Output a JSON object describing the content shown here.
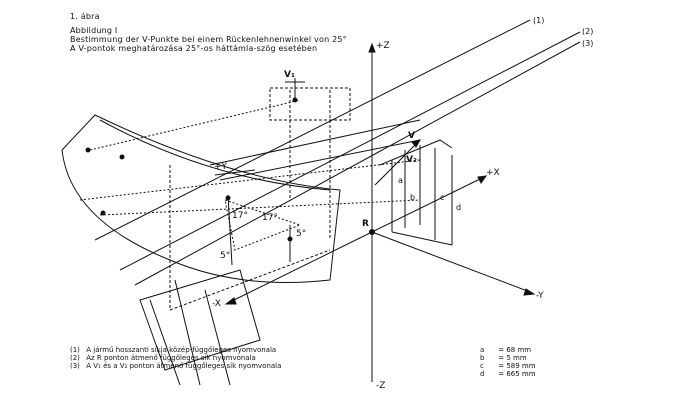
{
  "header": {
    "line1": "1. ábra",
    "line2": "Abbildung I",
    "line3": "Bestimmung der V-Punkte bei einem Rückenlehnenwinkel von 25°",
    "line4": "A V-pontok meghatározása 25°-os háttámla-szög esetében"
  },
  "labels": {
    "line1": "(1)",
    "line2": "(2)",
    "line3": "(3)",
    "plus_x": "+X",
    "minus_x": "-X",
    "plus_y": "+Y",
    "minus_y": "-Y",
    "plus_z": "+Z",
    "minus_z": "-Z",
    "v1": "V₁",
    "v2": "V₂",
    "v": "V",
    "r": "R",
    "angle1": "17°",
    "angle2": "17°",
    "angle3": "5°",
    "angle4": "5°",
    "dim_a": "a",
    "dim_b": "b",
    "dim_c": "c",
    "dim_d": "d"
  },
  "legend": [
    {
      "num": "(1)",
      "text": "A jármű hosszanti síkja közép-függőleges nyomvonala"
    },
    {
      "num": "(2)",
      "text": "Az R ponton átmenő függőleges sík nyomvonala"
    },
    {
      "num": "(3)",
      "text": "A V₁ és a V₂ ponton átmenő függőleges sík nyomvonala"
    }
  ],
  "dimensions": [
    {
      "key": "a",
      "value": "= 68 mm"
    },
    {
      "key": "b",
      "value": "= 5 mm"
    },
    {
      "key": "c",
      "value": "= 589 mm"
    },
    {
      "key": "d",
      "value": "= 665 mm"
    }
  ],
  "colors": {
    "ink": "#111111",
    "paper": "#ffffff"
  }
}
